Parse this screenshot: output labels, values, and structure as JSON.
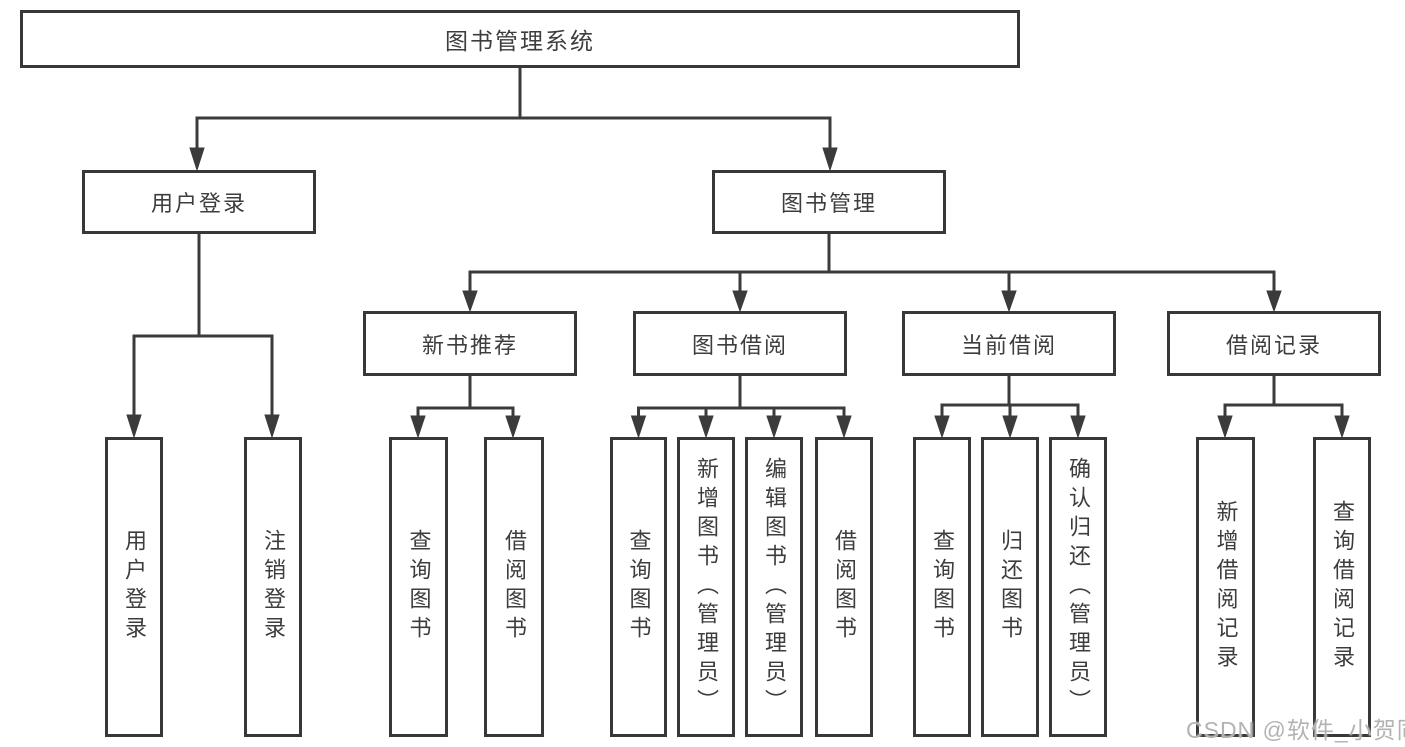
{
  "root": {
    "label": "图书管理系统"
  },
  "branches": [
    {
      "label": "用户登录",
      "leaves": [
        {
          "label": "用户登录"
        },
        {
          "label": "注销登录"
        }
      ]
    },
    {
      "label": "图书管理",
      "groups": [
        {
          "label": "新书推荐",
          "leaves": [
            {
              "label": "查询图书"
            },
            {
              "label": "借阅图书"
            }
          ]
        },
        {
          "label": "图书借阅",
          "leaves": [
            {
              "label": "查询图书"
            },
            {
              "label": "新增图书（管理员）"
            },
            {
              "label": "编辑图书（管理员）"
            },
            {
              "label": "借阅图书"
            }
          ]
        },
        {
          "label": "当前借阅",
          "leaves": [
            {
              "label": "查询图书"
            },
            {
              "label": "归还图书"
            },
            {
              "label": "确认归还（管理员）"
            }
          ]
        },
        {
          "label": "借阅记录",
          "leaves": [
            {
              "label": "新增借阅记录"
            },
            {
              "label": "查询借阅记录"
            }
          ]
        }
      ]
    }
  ],
  "watermark": "CSDN @软件_小贺同学",
  "colors": {
    "line": "#3b3b3b",
    "text": "#3d3d3d",
    "watermark": "#b3b3b3",
    "background": "#ffffff"
  }
}
